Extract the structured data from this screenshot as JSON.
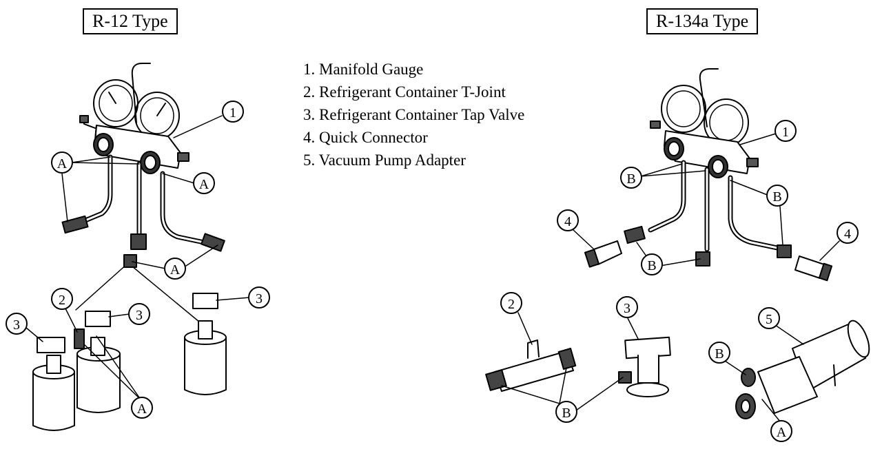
{
  "titles": {
    "left": "R-12 Type",
    "right": "R-134a Type"
  },
  "legend": [
    "1. Manifold Gauge",
    "2. Refrigerant Container T-Joint",
    "3. Refrigerant Container Tap Valve",
    "4. Quick Connector",
    "5. Vacuum Pump Adapter"
  ],
  "callout_labels": {
    "one": "1",
    "two": "2",
    "three": "3",
    "four": "4",
    "five": "5",
    "a": "A",
    "b": "B"
  }
}
